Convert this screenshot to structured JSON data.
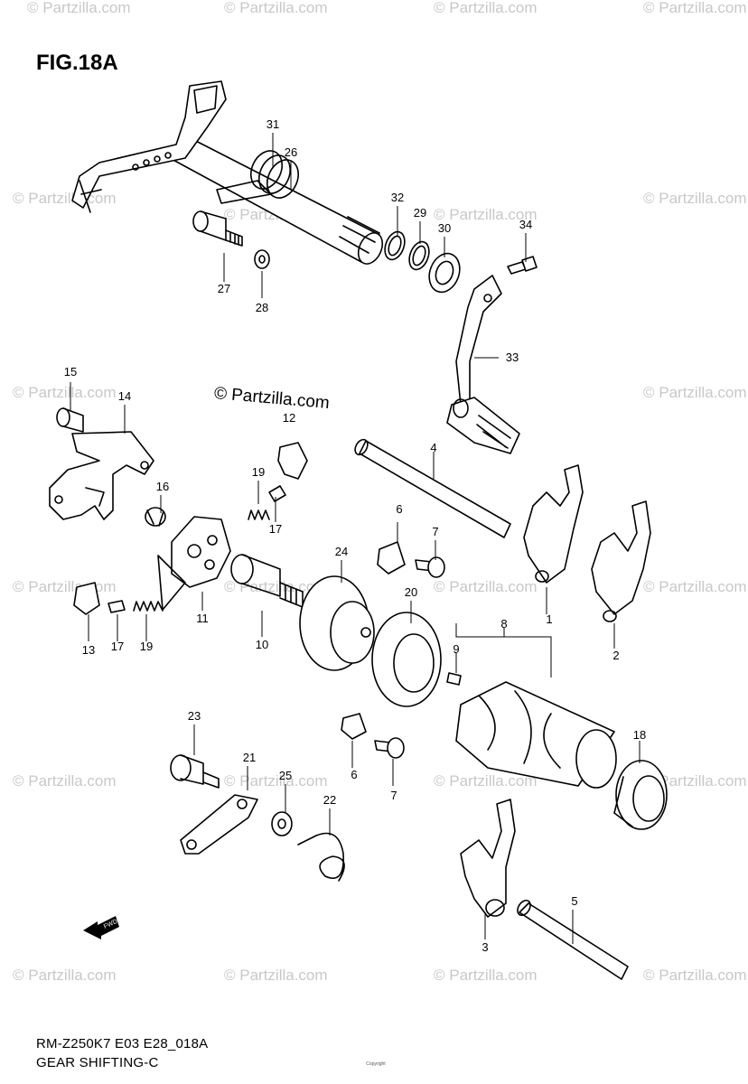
{
  "figure": {
    "title": "FIG.18A",
    "model_code": "RM-Z250K7 E03 E28_018A",
    "section_title": "GEAR SHIFTING-C",
    "center_brand": "© Partzilla.com",
    "watermark": "© Partzilla.com",
    "copyright_note": "Copyright"
  },
  "callouts": [
    "31",
    "26",
    "32",
    "29",
    "30",
    "34",
    "27",
    "28",
    "33",
    "15",
    "14",
    "12",
    "4",
    "19",
    "17",
    "16",
    "6",
    "7",
    "1",
    "24",
    "20",
    "8",
    "9",
    "2",
    "11",
    "13",
    "17",
    "19",
    "10",
    "23",
    "21",
    "25",
    "22",
    "6",
    "7",
    "18",
    "5",
    "3"
  ],
  "fwd_arrow": {
    "label": "FWD",
    "icon": "fwd-arrow-icon"
  },
  "colors": {
    "line": "#000000",
    "watermark": "#c8c8c8",
    "background": "#ffffff"
  }
}
